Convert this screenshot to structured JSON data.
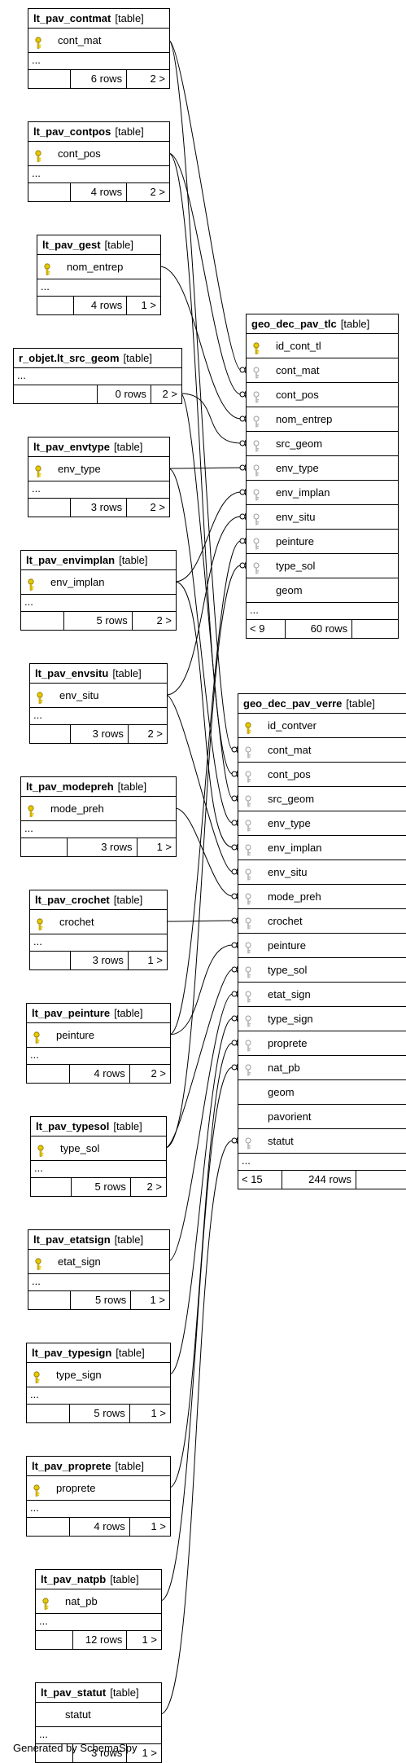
{
  "footer": {
    "generated_by": "Generated by SchemaSpy"
  },
  "tables": [
    {
      "name": "lt_pav_contmat",
      "kind": "[table]",
      "columns": [
        {
          "name": "cont_mat",
          "key": "pk"
        }
      ],
      "ellipsis": "...",
      "footer": [
        "",
        "6 rows",
        "2 >"
      ]
    },
    {
      "name": "lt_pav_contpos",
      "kind": "[table]",
      "columns": [
        {
          "name": "cont_pos",
          "key": "pk"
        }
      ],
      "ellipsis": "...",
      "footer": [
        "",
        "4 rows",
        "2 >"
      ]
    },
    {
      "name": "lt_pav_gest",
      "kind": "[table]",
      "columns": [
        {
          "name": "nom_entrep",
          "key": "pk"
        }
      ],
      "ellipsis": "...",
      "footer": [
        "",
        "4 rows",
        "1 >"
      ]
    },
    {
      "name": "r_objet.lt_src_geom",
      "kind": "[table]",
      "columns": [],
      "ellipsis": "...",
      "footer": [
        "",
        "0 rows",
        "2 >"
      ]
    },
    {
      "name": "lt_pav_envtype",
      "kind": "[table]",
      "columns": [
        {
          "name": "env_type",
          "key": "pk"
        }
      ],
      "ellipsis": "...",
      "footer": [
        "",
        "3 rows",
        "2 >"
      ]
    },
    {
      "name": "lt_pav_envimplan",
      "kind": "[table]",
      "columns": [
        {
          "name": "env_implan",
          "key": "pk"
        }
      ],
      "ellipsis": "...",
      "footer": [
        "",
        "5 rows",
        "2 >"
      ]
    },
    {
      "name": "lt_pav_envsitu",
      "kind": "[table]",
      "columns": [
        {
          "name": "env_situ",
          "key": "pk"
        }
      ],
      "ellipsis": "...",
      "footer": [
        "",
        "3 rows",
        "2 >"
      ]
    },
    {
      "name": "lt_pav_modepreh",
      "kind": "[table]",
      "columns": [
        {
          "name": "mode_preh",
          "key": "pk"
        }
      ],
      "ellipsis": "...",
      "footer": [
        "",
        "3 rows",
        "1 >"
      ]
    },
    {
      "name": "lt_pav_crochet",
      "kind": "[table]",
      "columns": [
        {
          "name": "crochet",
          "key": "pk"
        }
      ],
      "ellipsis": "...",
      "footer": [
        "",
        "3 rows",
        "1 >"
      ]
    },
    {
      "name": "lt_pav_peinture",
      "kind": "[table]",
      "columns": [
        {
          "name": "peinture",
          "key": "pk"
        }
      ],
      "ellipsis": "...",
      "footer": [
        "",
        "4 rows",
        "2 >"
      ]
    },
    {
      "name": "lt_pav_typesol",
      "kind": "[table]",
      "columns": [
        {
          "name": "type_sol",
          "key": "pk"
        }
      ],
      "ellipsis": "...",
      "footer": [
        "",
        "5 rows",
        "2 >"
      ]
    },
    {
      "name": "lt_pav_etatsign",
      "kind": "[table]",
      "columns": [
        {
          "name": "etat_sign",
          "key": "pk"
        }
      ],
      "ellipsis": "...",
      "footer": [
        "",
        "5 rows",
        "1 >"
      ]
    },
    {
      "name": "lt_pav_typesign",
      "kind": "[table]",
      "columns": [
        {
          "name": "type_sign",
          "key": "pk"
        }
      ],
      "ellipsis": "...",
      "footer": [
        "",
        "5 rows",
        "1 >"
      ]
    },
    {
      "name": "lt_pav_proprete",
      "kind": "[table]",
      "columns": [
        {
          "name": "proprete",
          "key": "pk"
        }
      ],
      "ellipsis": "...",
      "footer": [
        "",
        "4 rows",
        "1 >"
      ]
    },
    {
      "name": "lt_pav_natpb",
      "kind": "[table]",
      "columns": [
        {
          "name": "nat_pb",
          "key": "pk"
        }
      ],
      "ellipsis": "...",
      "footer": [
        "",
        "12 rows",
        "1 >"
      ]
    },
    {
      "name": "lt_pav_statut",
      "kind": "[table]",
      "columns": [
        {
          "name": "statut",
          "key": "none"
        }
      ],
      "ellipsis": "...",
      "footer": [
        "",
        "3 rows",
        "1 >"
      ]
    },
    {
      "name": "geo_dec_pav_tlc",
      "kind": "[table]",
      "columns": [
        {
          "name": "id_cont_tl",
          "key": "pk"
        },
        {
          "name": "cont_mat",
          "key": "fk"
        },
        {
          "name": "cont_pos",
          "key": "fk"
        },
        {
          "name": "nom_entrep",
          "key": "fk"
        },
        {
          "name": "src_geom",
          "key": "fk"
        },
        {
          "name": "env_type",
          "key": "fk"
        },
        {
          "name": "env_implan",
          "key": "fk"
        },
        {
          "name": "env_situ",
          "key": "fk"
        },
        {
          "name": "peinture",
          "key": "fk"
        },
        {
          "name": "type_sol",
          "key": "fk"
        },
        {
          "name": "geom",
          "key": "none"
        }
      ],
      "ellipsis": "...",
      "footer": [
        "< 9",
        "60 rows",
        ""
      ]
    },
    {
      "name": "geo_dec_pav_verre",
      "kind": "[table]",
      "columns": [
        {
          "name": "id_contver",
          "key": "pk"
        },
        {
          "name": "cont_mat",
          "key": "fk"
        },
        {
          "name": "cont_pos",
          "key": "fk"
        },
        {
          "name": "src_geom",
          "key": "fk"
        },
        {
          "name": "env_type",
          "key": "fk"
        },
        {
          "name": "env_implan",
          "key": "fk"
        },
        {
          "name": "env_situ",
          "key": "fk"
        },
        {
          "name": "mode_preh",
          "key": "fk"
        },
        {
          "name": "crochet",
          "key": "fk"
        },
        {
          "name": "peinture",
          "key": "fk"
        },
        {
          "name": "type_sol",
          "key": "fk"
        },
        {
          "name": "etat_sign",
          "key": "fk"
        },
        {
          "name": "type_sign",
          "key": "fk"
        },
        {
          "name": "proprete",
          "key": "fk"
        },
        {
          "name": "nat_pb",
          "key": "fk"
        },
        {
          "name": "geom",
          "key": "none"
        },
        {
          "name": "pavorient",
          "key": "none"
        },
        {
          "name": "statut",
          "key": "fk"
        }
      ],
      "ellipsis": "...",
      "footer": [
        "< 15",
        "244 rows",
        ""
      ]
    }
  ],
  "relationships": [
    {
      "from": "lt_pav_contmat",
      "to": "geo_dec_pav_tlc",
      "column": "cont_mat"
    },
    {
      "from": "lt_pav_contmat",
      "to": "geo_dec_pav_verre",
      "column": "cont_mat"
    },
    {
      "from": "lt_pav_contpos",
      "to": "geo_dec_pav_tlc",
      "column": "cont_pos"
    },
    {
      "from": "lt_pav_contpos",
      "to": "geo_dec_pav_verre",
      "column": "cont_pos"
    },
    {
      "from": "lt_pav_gest",
      "to": "geo_dec_pav_tlc",
      "column": "nom_entrep"
    },
    {
      "from": "r_objet.lt_src_geom",
      "to": "geo_dec_pav_tlc",
      "column": "src_geom"
    },
    {
      "from": "r_objet.lt_src_geom",
      "to": "geo_dec_pav_verre",
      "column": "src_geom"
    },
    {
      "from": "lt_pav_envtype",
      "to": "geo_dec_pav_tlc",
      "column": "env_type"
    },
    {
      "from": "lt_pav_envtype",
      "to": "geo_dec_pav_verre",
      "column": "env_type"
    },
    {
      "from": "lt_pav_envimplan",
      "to": "geo_dec_pav_tlc",
      "column": "env_implan"
    },
    {
      "from": "lt_pav_envimplan",
      "to": "geo_dec_pav_verre",
      "column": "env_implan"
    },
    {
      "from": "lt_pav_envsitu",
      "to": "geo_dec_pav_tlc",
      "column": "env_situ"
    },
    {
      "from": "lt_pav_envsitu",
      "to": "geo_dec_pav_verre",
      "column": "env_situ"
    },
    {
      "from": "lt_pav_modepreh",
      "to": "geo_dec_pav_verre",
      "column": "mode_preh"
    },
    {
      "from": "lt_pav_crochet",
      "to": "geo_dec_pav_verre",
      "column": "crochet"
    },
    {
      "from": "lt_pav_peinture",
      "to": "geo_dec_pav_tlc",
      "column": "peinture"
    },
    {
      "from": "lt_pav_peinture",
      "to": "geo_dec_pav_verre",
      "column": "peinture"
    },
    {
      "from": "lt_pav_typesol",
      "to": "geo_dec_pav_tlc",
      "column": "type_sol"
    },
    {
      "from": "lt_pav_typesol",
      "to": "geo_dec_pav_verre",
      "column": "type_sol"
    },
    {
      "from": "lt_pav_etatsign",
      "to": "geo_dec_pav_verre",
      "column": "etat_sign"
    },
    {
      "from": "lt_pav_typesign",
      "to": "geo_dec_pav_verre",
      "column": "type_sign"
    },
    {
      "from": "lt_pav_proprete",
      "to": "geo_dec_pav_verre",
      "column": "proprete"
    },
    {
      "from": "lt_pav_natpb",
      "to": "geo_dec_pav_verre",
      "column": "nat_pb"
    },
    {
      "from": "lt_pav_statut",
      "to": "geo_dec_pav_verre",
      "column": "statut"
    }
  ]
}
